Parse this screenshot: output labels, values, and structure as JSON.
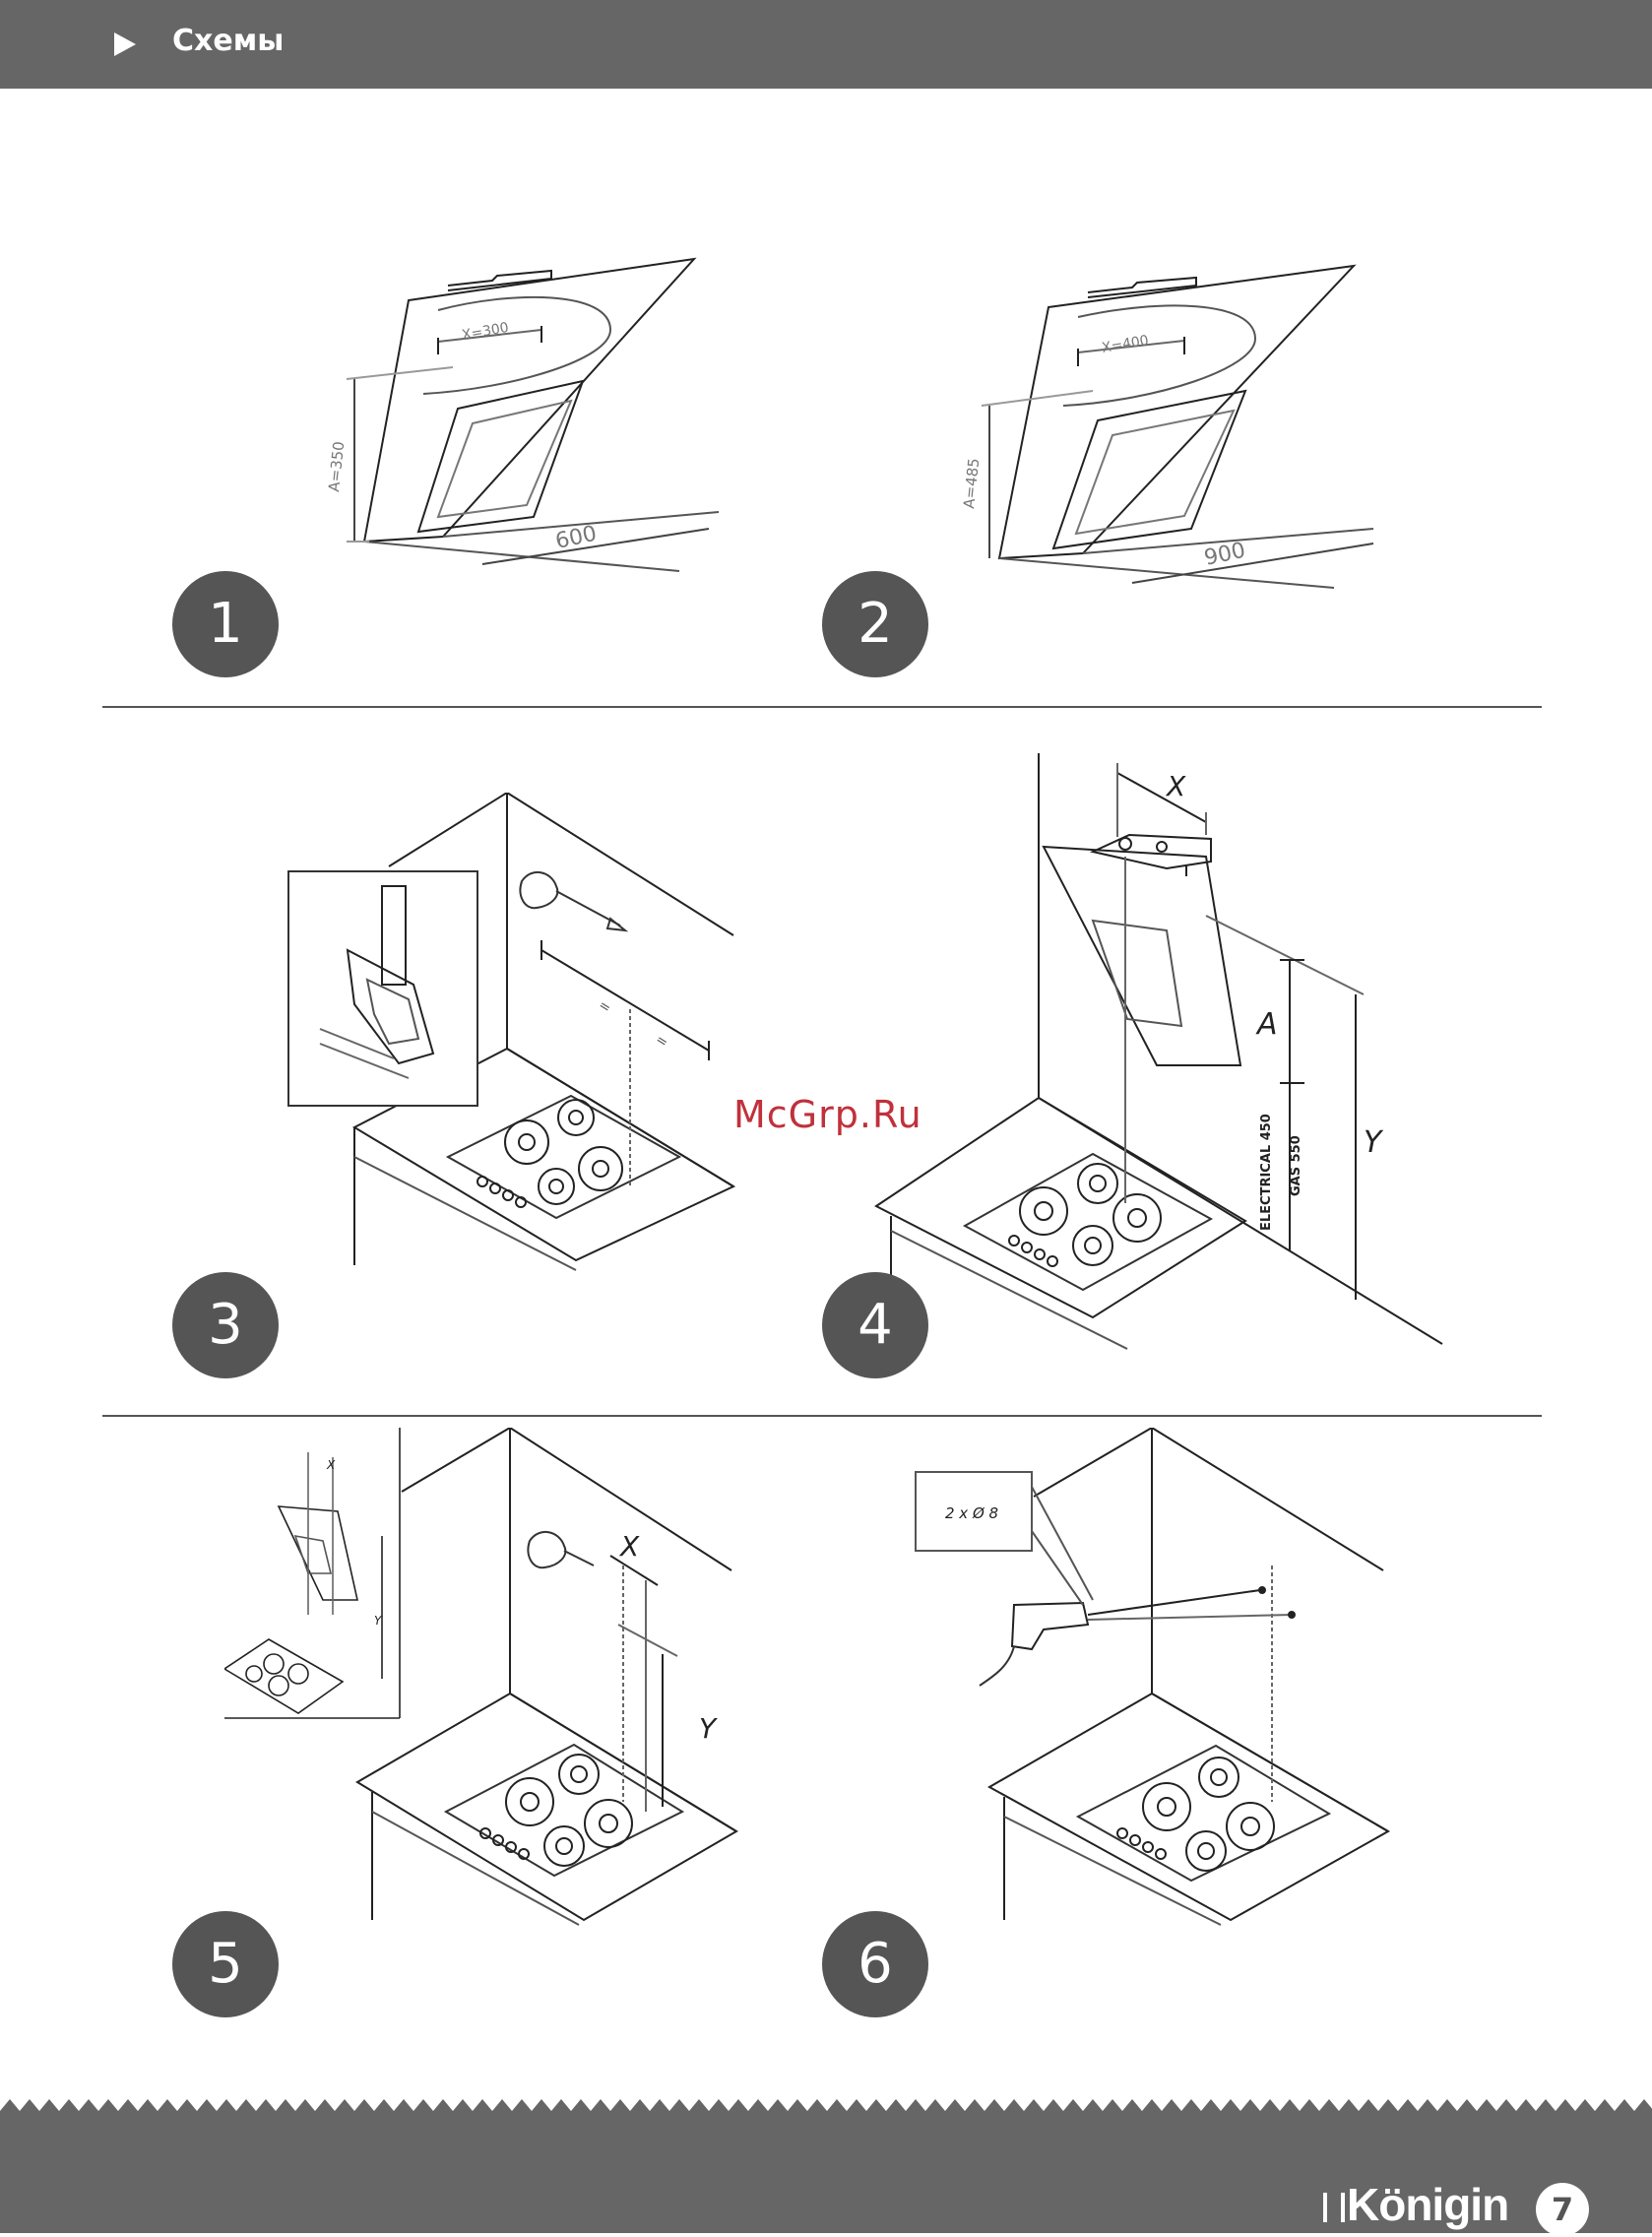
{
  "header": {
    "title": "Схемы"
  },
  "figures": [
    {
      "number": "1",
      "dim_x": "X=300",
      "dim_a": "A=350",
      "dim_width": "600"
    },
    {
      "number": "2",
      "dim_x": "X=400",
      "dim_a": "A=485",
      "dim_width": "900"
    },
    {
      "number": "3",
      "eq1": "=",
      "eq2": "="
    },
    {
      "number": "4",
      "label_x": "X",
      "label_a": "A",
      "label_y": "Y",
      "electrical": "ELECTRICAL 450",
      "gas": "GAS 550"
    },
    {
      "number": "5",
      "label_x": "X",
      "label_y": "Y",
      "inset_x": "X",
      "inset_y": "Y"
    },
    {
      "number": "6",
      "drill_callout": "2 x Ø 8"
    }
  ],
  "watermark": "McGrp.Ru",
  "footer": {
    "brand": "Königin",
    "page_number": "7"
  }
}
